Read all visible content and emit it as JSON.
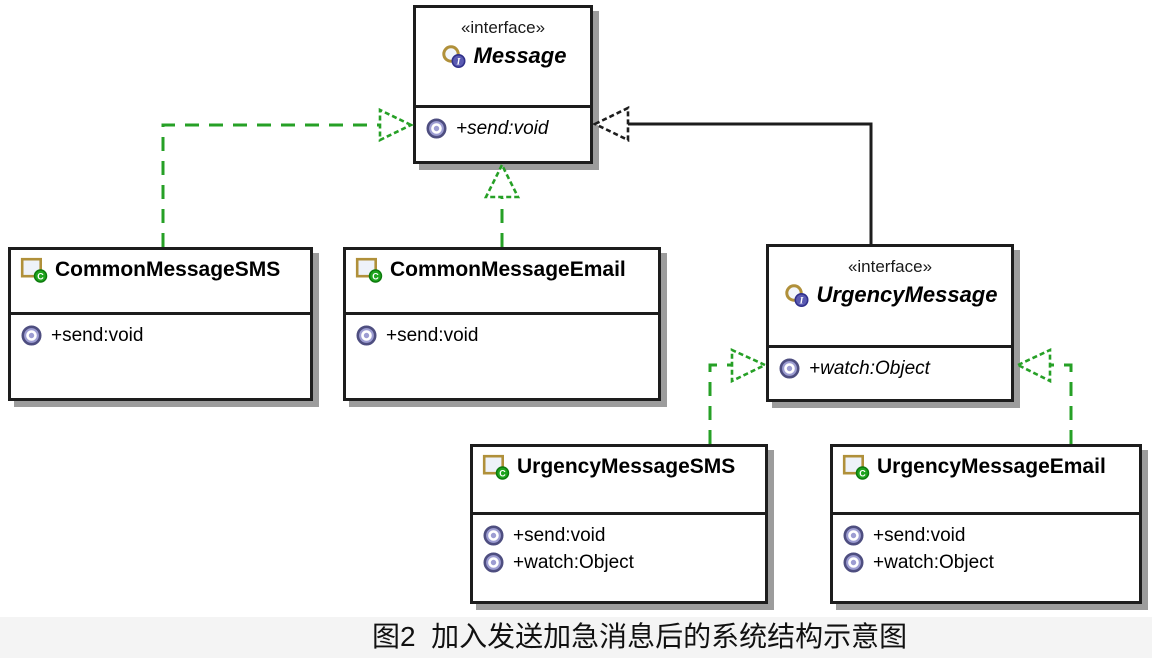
{
  "diagram": {
    "caption": "图2  加入发送加急消息后的系统结构示意图",
    "classes": [
      {
        "name": "Message",
        "kind": "interface",
        "stereotype": "«interface»",
        "members": [
          "+send:void"
        ]
      },
      {
        "name": "CommonMessageSMS",
        "kind": "class",
        "members": [
          "+send:void"
        ]
      },
      {
        "name": "CommonMessageEmail",
        "kind": "class",
        "members": [
          "+send:void"
        ]
      },
      {
        "name": "UrgencyMessage",
        "kind": "interface",
        "stereotype": "«interface»",
        "members": [
          "+watch:Object"
        ]
      },
      {
        "name": "UrgencyMessageSMS",
        "kind": "class",
        "members": [
          "+send:void",
          "+watch:Object"
        ]
      },
      {
        "name": "UrgencyMessageEmail",
        "kind": "class",
        "members": [
          "+send:void",
          "+watch:Object"
        ]
      }
    ],
    "relations": [
      {
        "from": "CommonMessageSMS",
        "to": "Message",
        "type": "realization",
        "line": "dashed-green"
      },
      {
        "from": "CommonMessageEmail",
        "to": "Message",
        "type": "realization",
        "line": "dashed-green"
      },
      {
        "from": "UrgencyMessage",
        "to": "Message",
        "type": "generalization",
        "line": "solid-black"
      },
      {
        "from": "UrgencyMessageSMS",
        "to": "UrgencyMessage",
        "type": "realization",
        "line": "dashed-green"
      },
      {
        "from": "UrgencyMessageEmail",
        "to": "UrgencyMessage",
        "type": "realization",
        "line": "dashed-green"
      }
    ],
    "colors": {
      "realization_green": "#26a026",
      "line_black": "#1d1d1d",
      "box_shadow": "#9c9c9c",
      "caption_strip": "#f4f4f4",
      "icon_gold": "#b0903a",
      "icon_purple": "#9d9dd2",
      "icon_green_badge": "#1fa51f"
    }
  }
}
